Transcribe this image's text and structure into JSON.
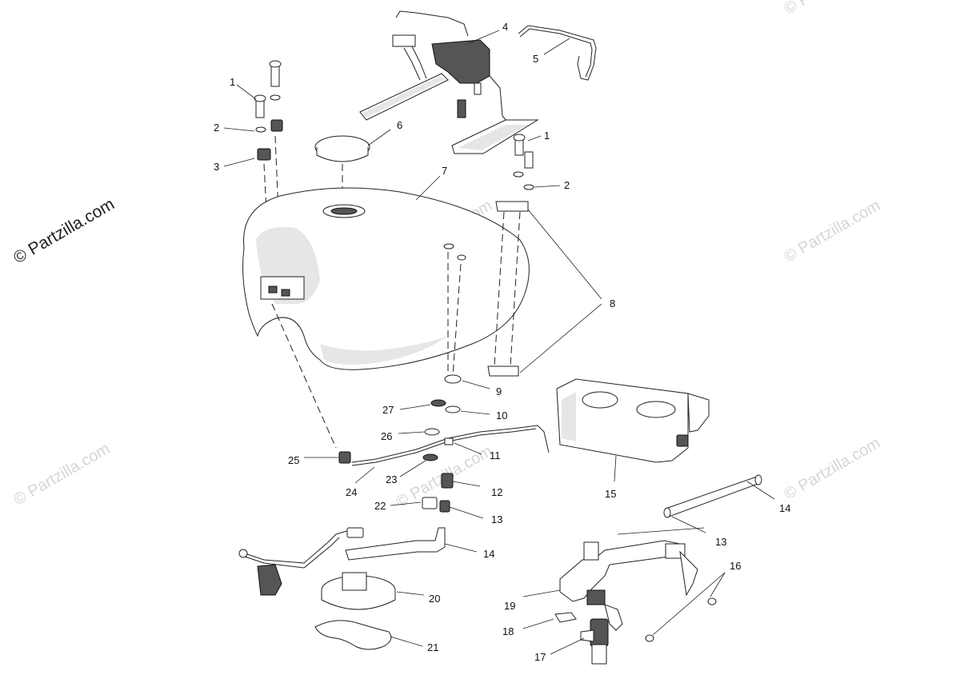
{
  "watermark": {
    "main": "© Partzilla.com",
    "faint": "© Partzilla.com"
  },
  "callouts": [
    {
      "id": "c1a",
      "label": "1"
    },
    {
      "id": "c2a",
      "label": "2"
    },
    {
      "id": "c3",
      "label": "3"
    },
    {
      "id": "c4",
      "label": "4"
    },
    {
      "id": "c5",
      "label": "5"
    },
    {
      "id": "c6",
      "label": "6"
    },
    {
      "id": "c1b",
      "label": "1"
    },
    {
      "id": "c7",
      "label": "7"
    },
    {
      "id": "c2b",
      "label": "2"
    },
    {
      "id": "c8",
      "label": "8"
    },
    {
      "id": "c9",
      "label": "9"
    },
    {
      "id": "c27",
      "label": "27"
    },
    {
      "id": "c10",
      "label": "10"
    },
    {
      "id": "c26",
      "label": "26"
    },
    {
      "id": "c11",
      "label": "11"
    },
    {
      "id": "c25",
      "label": "25"
    },
    {
      "id": "c23",
      "label": "23"
    },
    {
      "id": "c24",
      "label": "24"
    },
    {
      "id": "c12",
      "label": "12"
    },
    {
      "id": "c22",
      "label": "22"
    },
    {
      "id": "c13a",
      "label": "13"
    },
    {
      "id": "c15",
      "label": "15"
    },
    {
      "id": "c14a",
      "label": "14"
    },
    {
      "id": "c13b",
      "label": "13"
    },
    {
      "id": "c14b",
      "label": "14"
    },
    {
      "id": "c16",
      "label": "16"
    },
    {
      "id": "c19",
      "label": "19"
    },
    {
      "id": "c20",
      "label": "20"
    },
    {
      "id": "c18",
      "label": "18"
    },
    {
      "id": "c17",
      "label": "17"
    },
    {
      "id": "c21",
      "label": "21"
    }
  ]
}
